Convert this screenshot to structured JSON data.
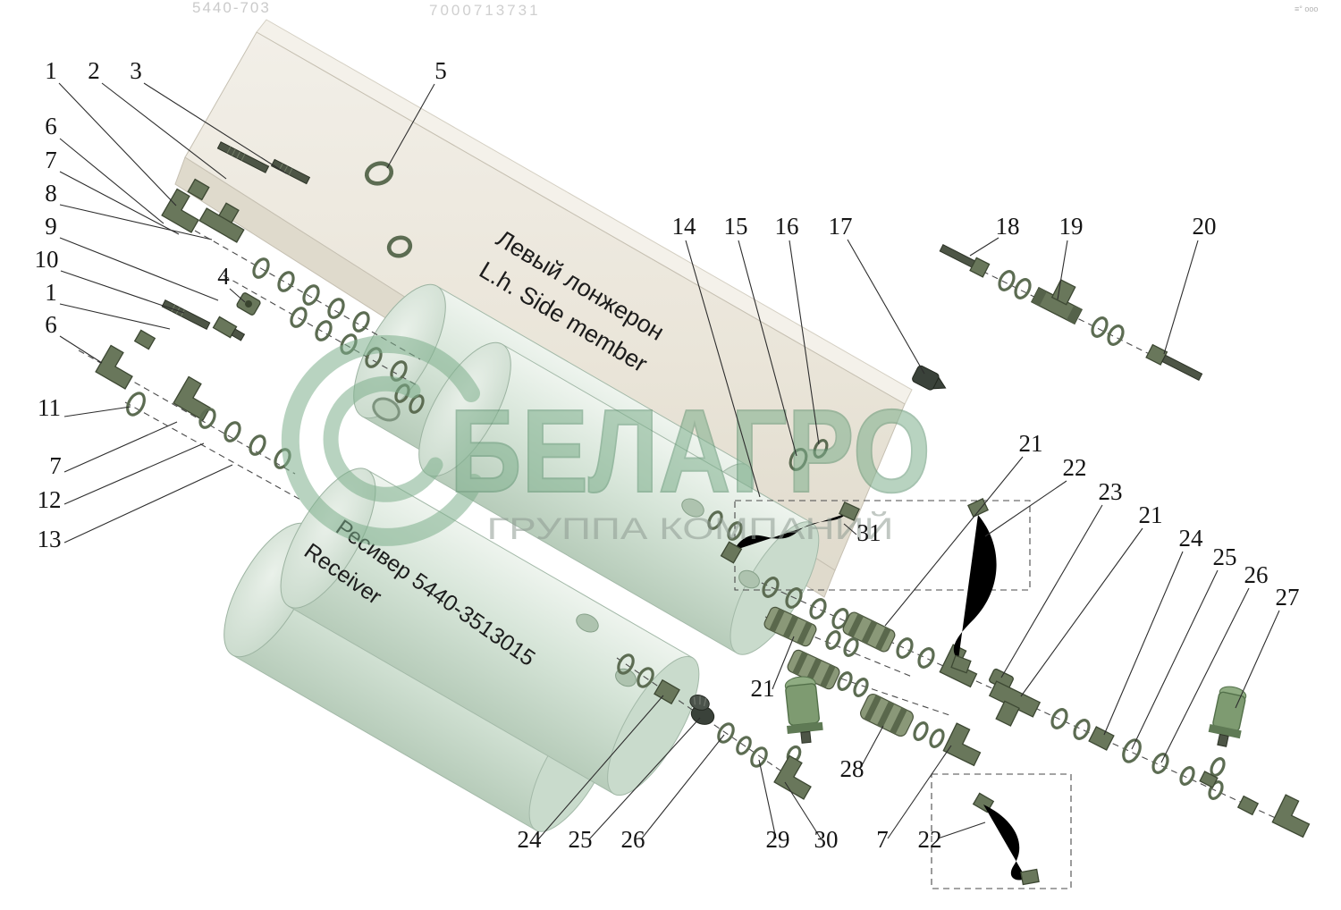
{
  "header": {
    "top_left_fragment": "5440-703",
    "top_right_fragment": "7000713731",
    "corner_marks": "≡° ooo"
  },
  "watermark": {
    "brand": "БЕЛАГРО",
    "tagline": "ГРУППА КОМПАНИЙ",
    "accent_color": "#7fb08d"
  },
  "side_member": {
    "label_ru": "Левый лонжерон",
    "label_en": "L.h. Side member"
  },
  "receiver": {
    "label_ru": "Ресивер 5440-3513015",
    "label_en": "Receiver"
  },
  "colors": {
    "beam_beige": "#ece7dc",
    "receiver_green": "#d8e6da",
    "fitting_olive": "#69775b",
    "watermark_green": "#7fb08d"
  },
  "callouts": [
    {
      "label": "1"
    },
    {
      "label": "2"
    },
    {
      "label": "3"
    },
    {
      "label": "5"
    },
    {
      "label": "6"
    },
    {
      "label": "7"
    },
    {
      "label": "8"
    },
    {
      "label": "9"
    },
    {
      "label": "10"
    },
    {
      "label": "1"
    },
    {
      "label": "6"
    },
    {
      "label": "4"
    },
    {
      "label": "11"
    },
    {
      "label": "7"
    },
    {
      "label": "12"
    },
    {
      "label": "13"
    },
    {
      "label": "14"
    },
    {
      "label": "15"
    },
    {
      "label": "16"
    },
    {
      "label": "17"
    },
    {
      "label": "18"
    },
    {
      "label": "19"
    },
    {
      "label": "20"
    },
    {
      "label": "21"
    },
    {
      "label": "22"
    },
    {
      "label": "23"
    },
    {
      "label": "21"
    },
    {
      "label": "24"
    },
    {
      "label": "25"
    },
    {
      "label": "26"
    },
    {
      "label": "27"
    },
    {
      "label": "31"
    },
    {
      "label": "21"
    },
    {
      "label": "28"
    },
    {
      "label": "24"
    },
    {
      "label": "25"
    },
    {
      "label": "26"
    },
    {
      "label": "29"
    },
    {
      "label": "30"
    },
    {
      "label": "7"
    },
    {
      "label": "22"
    }
  ]
}
